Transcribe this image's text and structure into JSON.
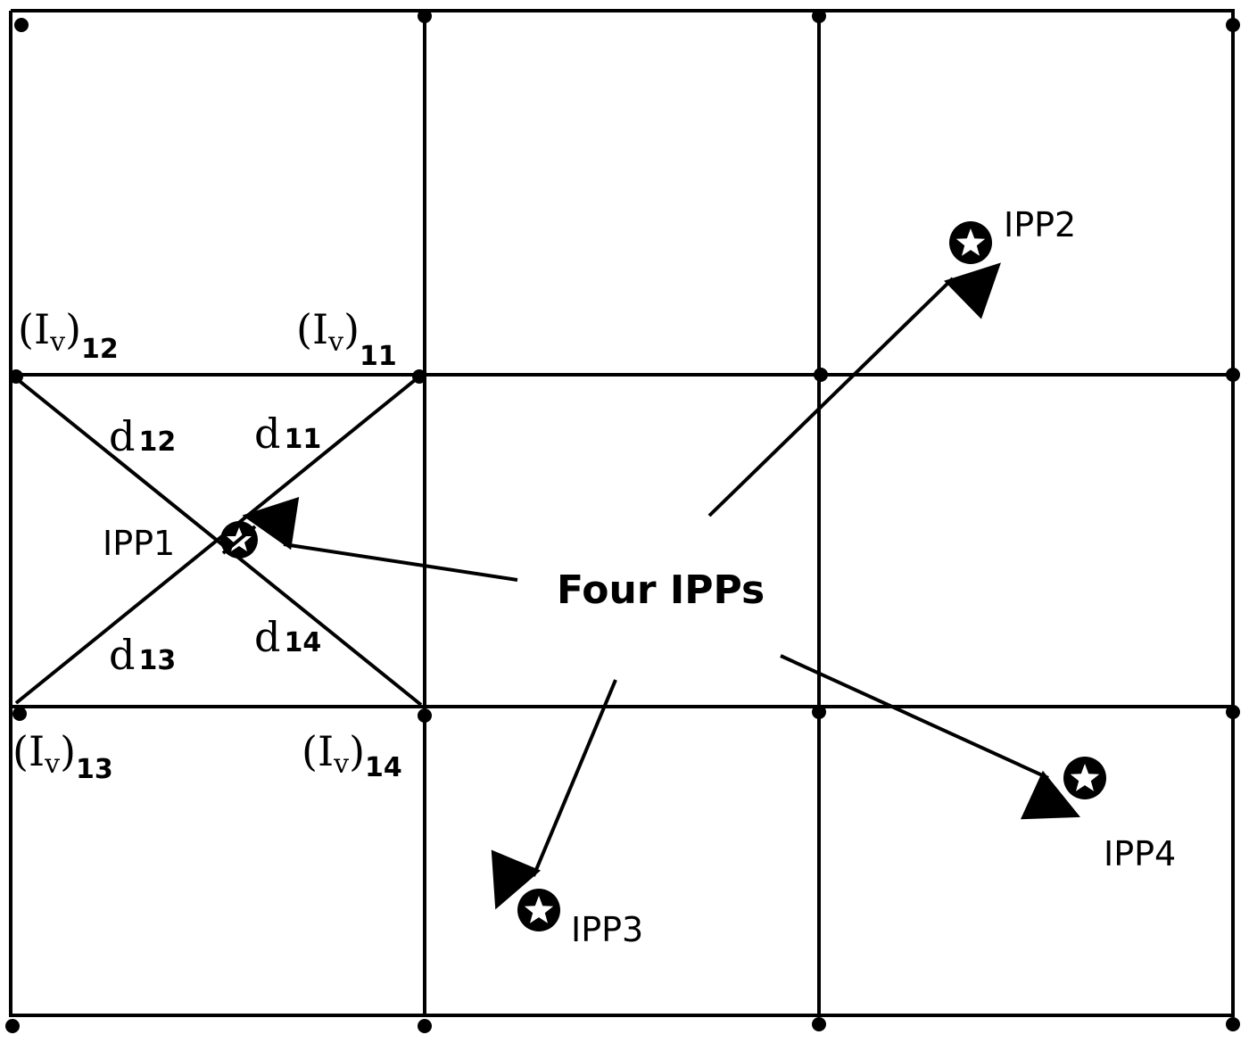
{
  "title": "Four IPPs",
  "points": [
    "IPP1",
    "IPP2",
    "IPP3",
    "IPP4"
  ],
  "grid_labels": {
    "base": "(I",
    "v": "v",
    "close": ")",
    "subs": [
      "12",
      "11",
      "13",
      "14"
    ]
  },
  "distances": {
    "d": "d",
    "subs": [
      "12",
      "11",
      "13",
      "14"
    ]
  }
}
